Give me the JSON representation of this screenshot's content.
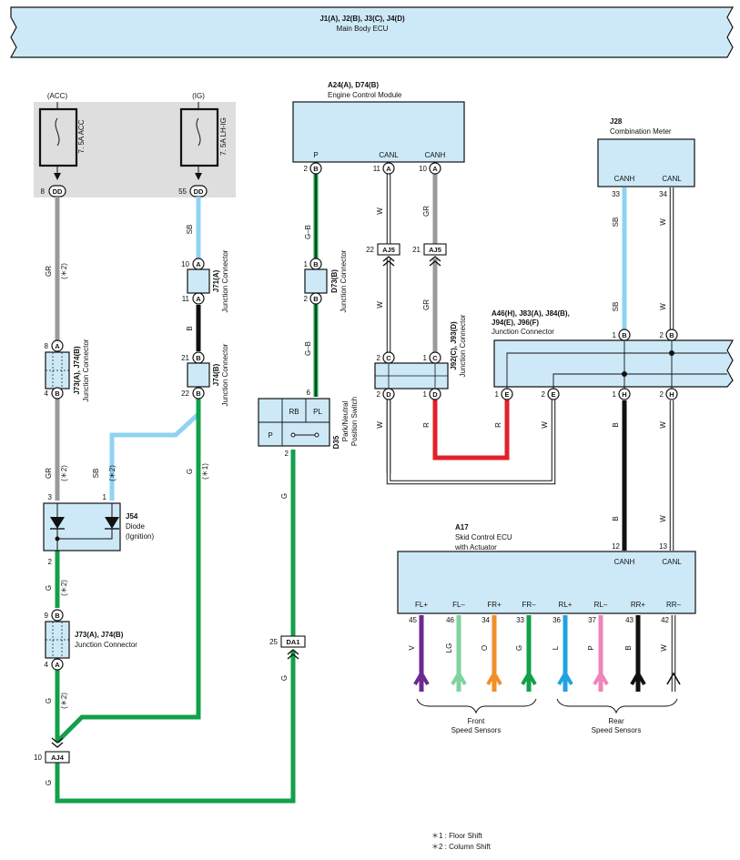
{
  "main_ecu": {
    "part": "J1(A), J2(B), J3(C), J4(D)",
    "name": "Main Body ECU"
  },
  "fuse_acc": {
    "source": "(ACC)",
    "label": "7. 5A ACC",
    "pin": "8",
    "connector": "DD"
  },
  "fuse_ig": {
    "source": "(IG)",
    "label": "7. 5A LH-IG",
    "pin": "55",
    "connector": "DD"
  },
  "ecm": {
    "part": "A24(A), D74(B)",
    "name": "Engine Control Module",
    "pins": [
      {
        "term": "P",
        "pin": "2",
        "conn": "B"
      },
      {
        "term": "CANL",
        "pin": "11",
        "conn": "A"
      },
      {
        "term": "CANH",
        "pin": "10",
        "conn": "A"
      }
    ]
  },
  "combo_meter": {
    "part": "J28",
    "name": "Combination Meter",
    "pins": [
      {
        "term": "CANH",
        "pin": "33"
      },
      {
        "term": "CANL",
        "pin": "34"
      }
    ]
  },
  "jc_j73_top": {
    "part": "J73(A), J74(B)",
    "name": "Junction Connector",
    "pin_top": "8",
    "conn_top": "A",
    "pin_bot": "4",
    "conn_bot": "B"
  },
  "jc_j71": {
    "part": "J71(A)",
    "name": "Junction Connector",
    "pin_top": "10",
    "conn_top": "A",
    "pin_bot": "11",
    "conn_bot": "A"
  },
  "jc_j74": {
    "part": "J74(B)",
    "name": "Junction Connector",
    "pin_top": "21",
    "conn_top": "B",
    "pin_bot": "22",
    "conn_bot": "B"
  },
  "jc_d73": {
    "part": "D73(B)",
    "name": "Junction Connector",
    "pin_top": "1",
    "conn_top": "B",
    "pin_bot": "2",
    "conn_bot": "B"
  },
  "jc_j92": {
    "part": "J92(C), J93(D)",
    "name": "Junction Connector",
    "pins": [
      {
        "pin": "2",
        "conn": "C"
      },
      {
        "pin": "1",
        "conn": "C"
      },
      {
        "pin": "2",
        "conn": "D"
      },
      {
        "pin": "1",
        "conn": "D"
      }
    ]
  },
  "jc_a46": {
    "part_line1": "A46(H), J83(A), J84(B),",
    "part_line2": "J94(E), J96(F)",
    "name": "Junction Connector",
    "pins": [
      {
        "pin": "1",
        "conn": "B"
      },
      {
        "pin": "2",
        "conn": "B"
      },
      {
        "pin": "1",
        "conn": "E"
      },
      {
        "pin": "2",
        "conn": "E"
      },
      {
        "pin": "1",
        "conn": "H"
      },
      {
        "pin": "2",
        "conn": "H"
      }
    ]
  },
  "pnp_switch": {
    "part": "D35",
    "name_line1": "Park/Neutral",
    "name_line2": "Position Switch",
    "terms": [
      "RB",
      "PL",
      "P"
    ],
    "pin_in": "6",
    "pin_out": "2"
  },
  "diode": {
    "part": "J54",
    "name_line1": "Diode",
    "name_line2": "(Ignition)",
    "pin_a": "3",
    "pin_b": "1",
    "pin_out": "2"
  },
  "jc_j73_bot": {
    "part": "J73(A), J74(B)",
    "name": "Junction Connector",
    "pin_top": "9",
    "conn_top": "B",
    "pin_bot": "4",
    "conn_bot": "A"
  },
  "skid_ecu": {
    "part": "A17",
    "name_line1": "Skid Control ECU",
    "name_line2": "with Actuator",
    "can_pins": [
      {
        "term": "CANH",
        "pin": "12"
      },
      {
        "term": "CANL",
        "pin": "13"
      }
    ],
    "sensor_terms": [
      "FL+",
      "FL–",
      "FR+",
      "FR–",
      "RL+",
      "RL–",
      "RR+",
      "RR–"
    ],
    "sensor_pins": [
      "45",
      "46",
      "34",
      "33",
      "36",
      "37",
      "43",
      "42"
    ],
    "sensor_wires": [
      "V",
      "LG",
      "O",
      "G",
      "L",
      "P",
      "B",
      "W"
    ]
  },
  "sensor_groups": {
    "front_line1": "Front",
    "front_line2": "Speed Sensors",
    "rear_line1": "Rear",
    "rear_line2": "Speed Sensors"
  },
  "connectors": {
    "aj5_left": {
      "pin": "22",
      "name": "AJ5"
    },
    "aj5_right": {
      "pin": "21",
      "name": "AJ5"
    },
    "da1": {
      "pin": "25",
      "name": "DA1"
    },
    "aj4": {
      "pin": "10",
      "name": "AJ4"
    }
  },
  "wire_codes": {
    "gr": "GR",
    "sb": "SB",
    "b": "B",
    "g": "G",
    "w": "W",
    "r": "R",
    "g_b": "G–B",
    "note1": "(＊1)",
    "note2": "(＊2)"
  },
  "colors": {
    "gray": "#9a9a9a",
    "sky": "#8fd3f2",
    "black": "#111111",
    "green": "#12a04a",
    "red": "#e2202a",
    "violet": "#6a2a8f",
    "light_green": "#7ed3a0",
    "orange": "#f0902a",
    "blue": "#1fa3e0",
    "pink": "#ef84b8",
    "component_fill": "#cde9f7",
    "fuse_box": "#dedede"
  },
  "footnotes": [
    "＊1 : Floor Shift",
    "＊2 : Column Shift"
  ]
}
